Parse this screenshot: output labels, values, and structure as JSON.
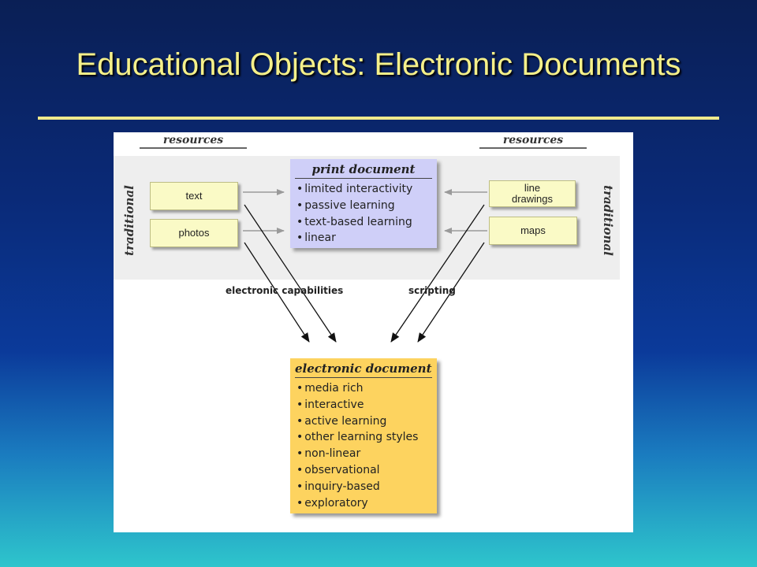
{
  "slide": {
    "title": "Educational Objects: Electronic Documents"
  },
  "diagram": {
    "left_resources": {
      "header": "resources",
      "side_label": "traditional",
      "items": [
        "text",
        "photos"
      ]
    },
    "right_resources": {
      "header": "resources",
      "side_label": "traditional",
      "items": [
        "line drawings",
        "maps"
      ]
    },
    "print_document": {
      "title": "print document",
      "items": [
        "limited interactivity",
        "passive learning",
        "text-based learning",
        "linear"
      ],
      "color": "#cfcff8"
    },
    "electronic_document": {
      "title": "electronic document",
      "items": [
        "media rich",
        "interactive",
        "active learning",
        "other learning styles",
        "non-linear",
        "observational",
        "inquiry-based",
        "exploratory"
      ],
      "color": "#fdd35f"
    },
    "arrow_labels": {
      "left": "electronic capabilities",
      "right": "scripting"
    }
  },
  "colors": {
    "title_text": "#f5f08a",
    "resource_box": "#fafac6"
  }
}
